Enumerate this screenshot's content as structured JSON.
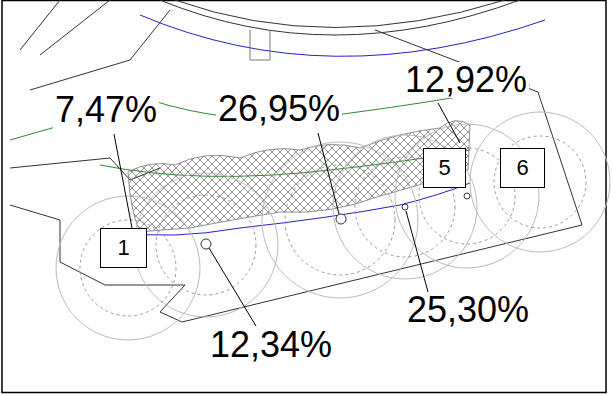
{
  "diagram": {
    "nodes": [
      {
        "text": [
          "1"
        ]
      },
      {
        "text": [
          "5"
        ]
      },
      {
        "text": [
          "6"
        ]
      }
    ],
    "labels": [
      "7,47%",
      "26,95%",
      "12,92%",
      "12,34%",
      "25,30%"
    ]
  }
}
